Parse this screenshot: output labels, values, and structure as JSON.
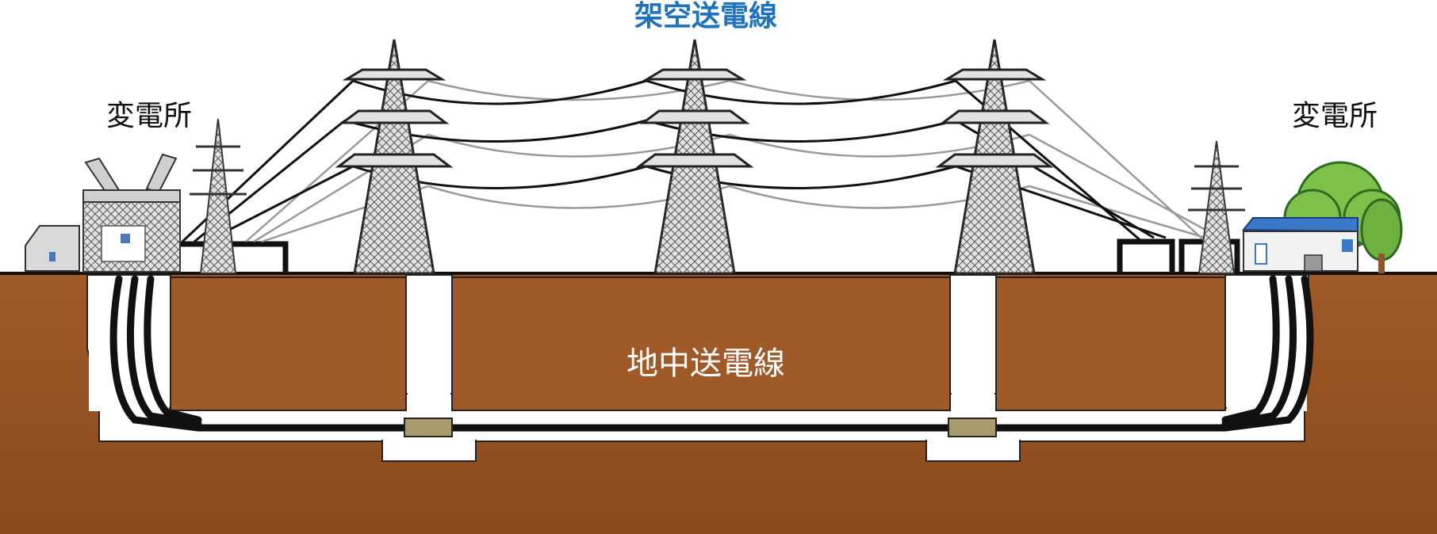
{
  "labels": {
    "overhead_line": "架空送電線",
    "underground_line": "地中送電線",
    "substation_left": "変電所",
    "substation_right": "変電所"
  },
  "colors": {
    "soil_top": "#a05a28",
    "soil_bottom": "#8a4a1c",
    "tunnel": "#ffffff",
    "cable": "#111111",
    "joint_box": "#a89a6a",
    "overhead_label": "#1e73be",
    "tower_fill": "#e2e2e2",
    "tree": "#7cc14a",
    "house_roof": "#3a78c8"
  },
  "icons": {
    "towers": [
      "transmission-tower-icon",
      "transmission-tower-icon",
      "transmission-tower-icon"
    ],
    "small_towers": [
      "small-tower-icon",
      "small-tower-icon"
    ],
    "left_substation": "substation-transformer-icon",
    "right_building": "house-icon",
    "tree": "tree-icon"
  }
}
